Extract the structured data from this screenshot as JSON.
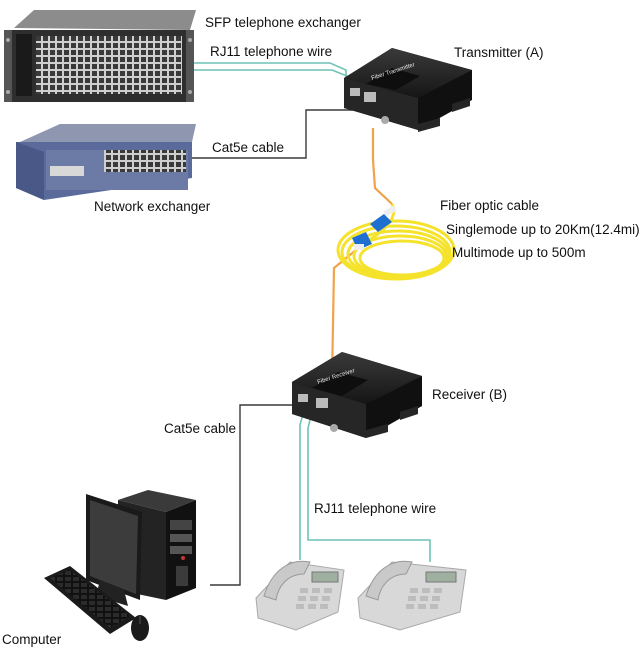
{
  "labels": {
    "sfp_exchanger": "SFP telephone exchanger",
    "rj11_top": "RJ11 telephone wire",
    "transmitter": "Transmitter (A)",
    "cat5e_top": "Cat5e cable",
    "network_exchanger": "Network exchanger",
    "fiber_title": "Fiber optic cable",
    "fiber_singlemode": "Singlemode up to 20Km(12.4mi)",
    "fiber_multimode": "Multimode up to 500m",
    "receiver": "Receiver (B)",
    "cat5e_bottom": "Cat5e cable",
    "rj11_bottom": "RJ11 telephone wire",
    "computer": "Computer"
  },
  "device_text": {
    "transmitter_panel": "Fiber Transmitter",
    "receiver_panel": "Fiber Receiver"
  },
  "colors": {
    "rj11_wire": "#6fc2b8",
    "cat5e_wire": "#3a3a3a",
    "fiber_link": "#f2a24a",
    "fiber_cable": "#f5e22a",
    "fiber_connector": "#1e6fd0",
    "device_body": "#1c1c1c",
    "switch_body": "#5a6a9a",
    "phone_body": "#d8d8d8"
  }
}
